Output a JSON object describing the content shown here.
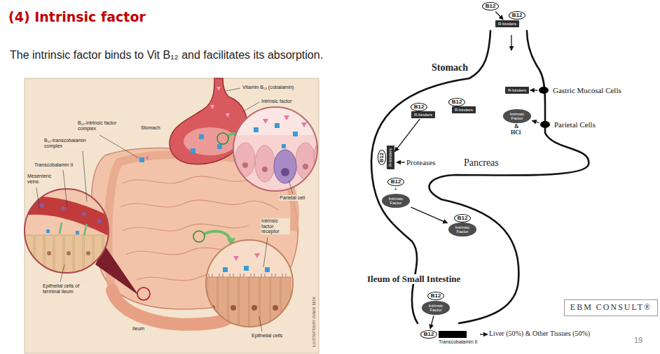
{
  "diagram": {
    "title": "(4) Intrinsic factor",
    "nodes": [
      {
        "text": [
          "B12"
        ]
      },
      {
        "text": [
          "B12"
        ]
      },
      {
        "text": [
          "R-binders"
        ]
      },
      {
        "text": [
          "R-binders"
        ]
      },
      {
        "text": [
          "Gastric Mucosal Cells"
        ]
      },
      {
        "text": [
          "B12"
        ]
      },
      {
        "text": [
          "R-binders"
        ]
      },
      {
        "text": [
          "B12"
        ]
      },
      {
        "text": [
          "R-binders"
        ]
      },
      {
        "text": [
          "Intrinsic Factor"
        ]
      },
      {
        "text": [
          "Parietal Cells"
        ]
      },
      {
        "text": [
          "B12"
        ]
      },
      {
        "text": [
          "R-binders"
        ]
      },
      {
        "text": [
          "B12"
        ]
      },
      {
        "text": [
          "Intrinsic Factor"
        ]
      },
      {
        "text": [
          "B12"
        ]
      },
      {
        "text": [
          "Intrinsic Factor"
        ]
      },
      {
        "text": [
          "B12"
        ]
      },
      {
        "text": [
          "Intrinsic Factor"
        ]
      },
      {
        "text": [
          "B12"
        ]
      },
      {
        "text": [
          "Transcobalamin II"
        ]
      },
      {
        "text": [
          "EBM CONSULT®"
        ]
      }
    ],
    "edges": [
      {
        "from": 0,
        "to": 2,
        "arrow": "to"
      },
      {
        "from": 4,
        "to": 3,
        "arrow": "to"
      },
      {
        "from": 10,
        "to": 9,
        "arrow": "to"
      },
      {
        "from": 6,
        "to": 12,
        "arrow": "to"
      },
      {
        "from": 14,
        "to": 16,
        "arrow": "to"
      },
      {
        "from": 18,
        "to": 19,
        "arrow": "to"
      }
    ],
    "labels": [
      "The intrinsic factor binds to Vit B₁₂ and facilitates its absorption.",
      "Vitamin B₁₂ (cobalamin)",
      "Intrinsic factor",
      "B₁₂-intrinsic factor complex",
      "Stomach",
      "B₁₂-transcobalamin complex",
      "Transcobalamin II",
      "Mesenteric veins",
      "Parietal cell",
      "Intrinsic factor receptor",
      "Epithelial cells of terminal ileum",
      "Ileum",
      "Epithelial cells",
      "ILLUSTRATION BY JOAN M. BECK",
      "Stomach",
      "&",
      "HCl",
      "Proteases",
      "Pancreas",
      "+",
      "Ileum of Small Intestine",
      "Liver (50%) & Other Tissues (50%)",
      "19"
    ]
  }
}
